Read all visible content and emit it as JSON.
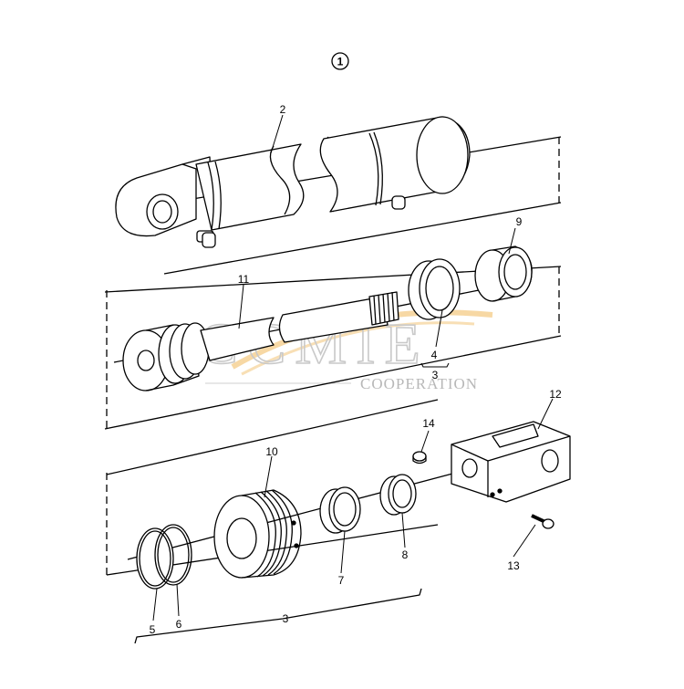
{
  "figure_number": "1",
  "callouts": {
    "c2": "2",
    "c9": "9",
    "c11": "11",
    "c4": "4",
    "c3a": "3",
    "c12": "12",
    "c14": "14",
    "c10": "10",
    "c13": "13",
    "c7": "7",
    "c8": "8",
    "c5": "5",
    "c6": "6",
    "c3b": "3"
  },
  "watermark": {
    "letters": "CCMIE",
    "subtitle": "COOPERATION"
  },
  "colors": {
    "line": "#000000",
    "watermark_gray": "#c9c9c9",
    "watermark_orange": "#f0b85a"
  }
}
